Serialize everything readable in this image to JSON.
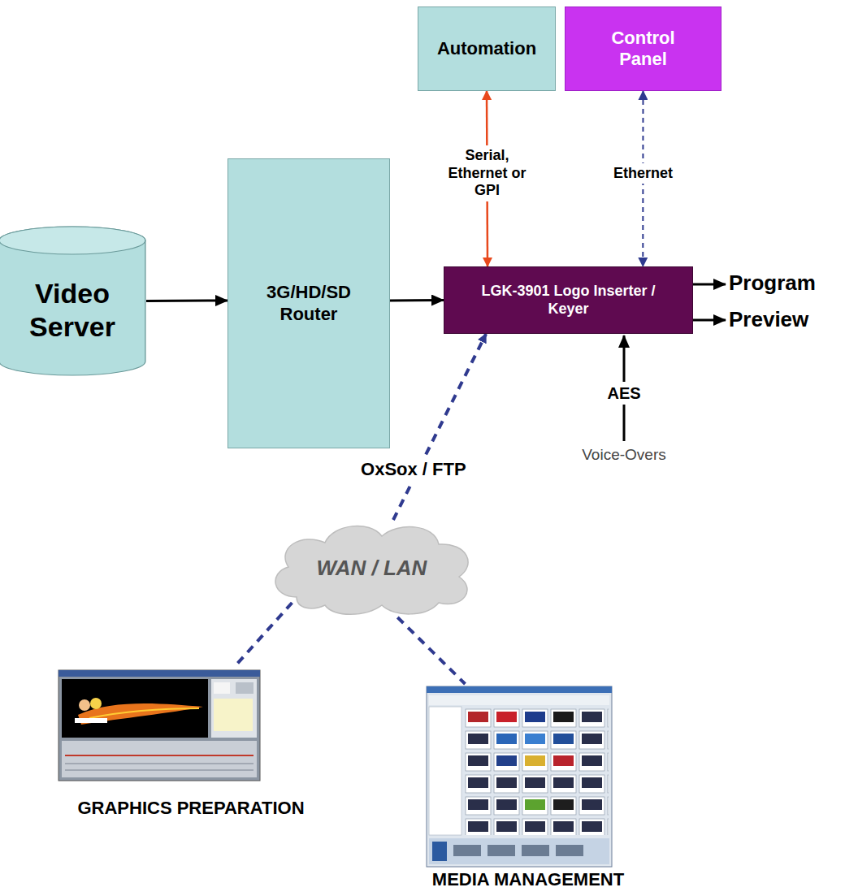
{
  "diagram": {
    "nodes": [
      {
        "text": [
          "Automation"
        ]
      },
      {
        "text": [
          "Control Panel"
        ]
      },
      {
        "text": [
          "Video Server"
        ]
      },
      {
        "text": [
          "3G/HD/SD Router"
        ]
      },
      {
        "text": [
          "LGK-3901 Logo Inserter / Keyer"
        ]
      },
      {
        "text": [
          "WAN / LAN"
        ]
      },
      {
        "text": [
          "GRAPHICS PREPARATION"
        ]
      },
      {
        "text": [
          "MEDIA MANAGEMENT"
        ]
      }
    ],
    "edges": [
      {
        "from": 2,
        "to": 3,
        "arrow": "to"
      },
      {
        "from": 3,
        "to": 4,
        "arrow": "to"
      },
      {
        "from": 0,
        "to": 4,
        "label": "Serial, Ethernet or GPI",
        "arrow": "both"
      },
      {
        "from": 1,
        "to": 4,
        "label": "Ethernet",
        "arrow": "both"
      },
      {
        "from": 5,
        "to": 4,
        "label": "OxSox / FTP",
        "arrow": "to"
      },
      {
        "from": 5,
        "to": 6,
        "arrow": "none"
      },
      {
        "from": 5,
        "to": 7,
        "arrow": "none"
      }
    ],
    "labels": [
      "Program",
      "Preview",
      "AES",
      "Voice-Overs"
    ]
  }
}
